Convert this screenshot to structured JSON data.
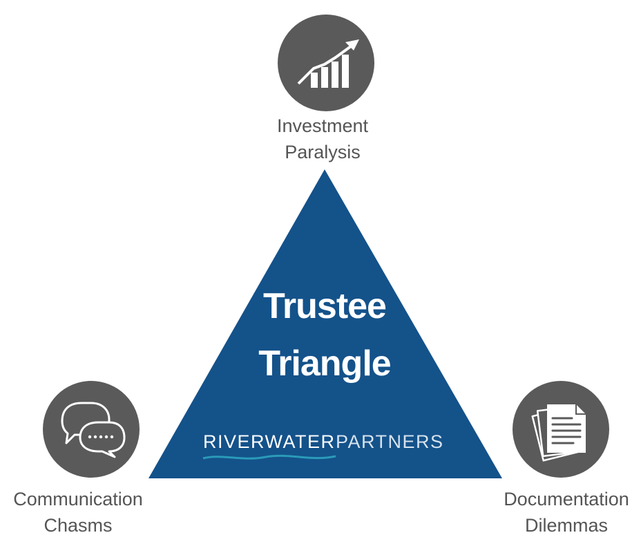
{
  "diagram": {
    "title_line1": "Trustee",
    "title_line2": "Triangle",
    "colors": {
      "triangle": "#14528a",
      "circle": "#5a5a5a",
      "label_text": "#555555",
      "wave_teal": "#2a9bb8"
    },
    "logo": {
      "word1": "RIVERWATER",
      "word2": "PARTNERS"
    },
    "corners": [
      {
        "id": "top",
        "icon": "growth-chart-icon",
        "line1": "Investment",
        "line2": "Paralysis"
      },
      {
        "id": "left",
        "icon": "speech-bubbles-icon",
        "line1": "Communication",
        "line2": "Chasms"
      },
      {
        "id": "right",
        "icon": "documents-icon",
        "line1": "Documentation",
        "line2": "Dilemmas"
      }
    ]
  }
}
